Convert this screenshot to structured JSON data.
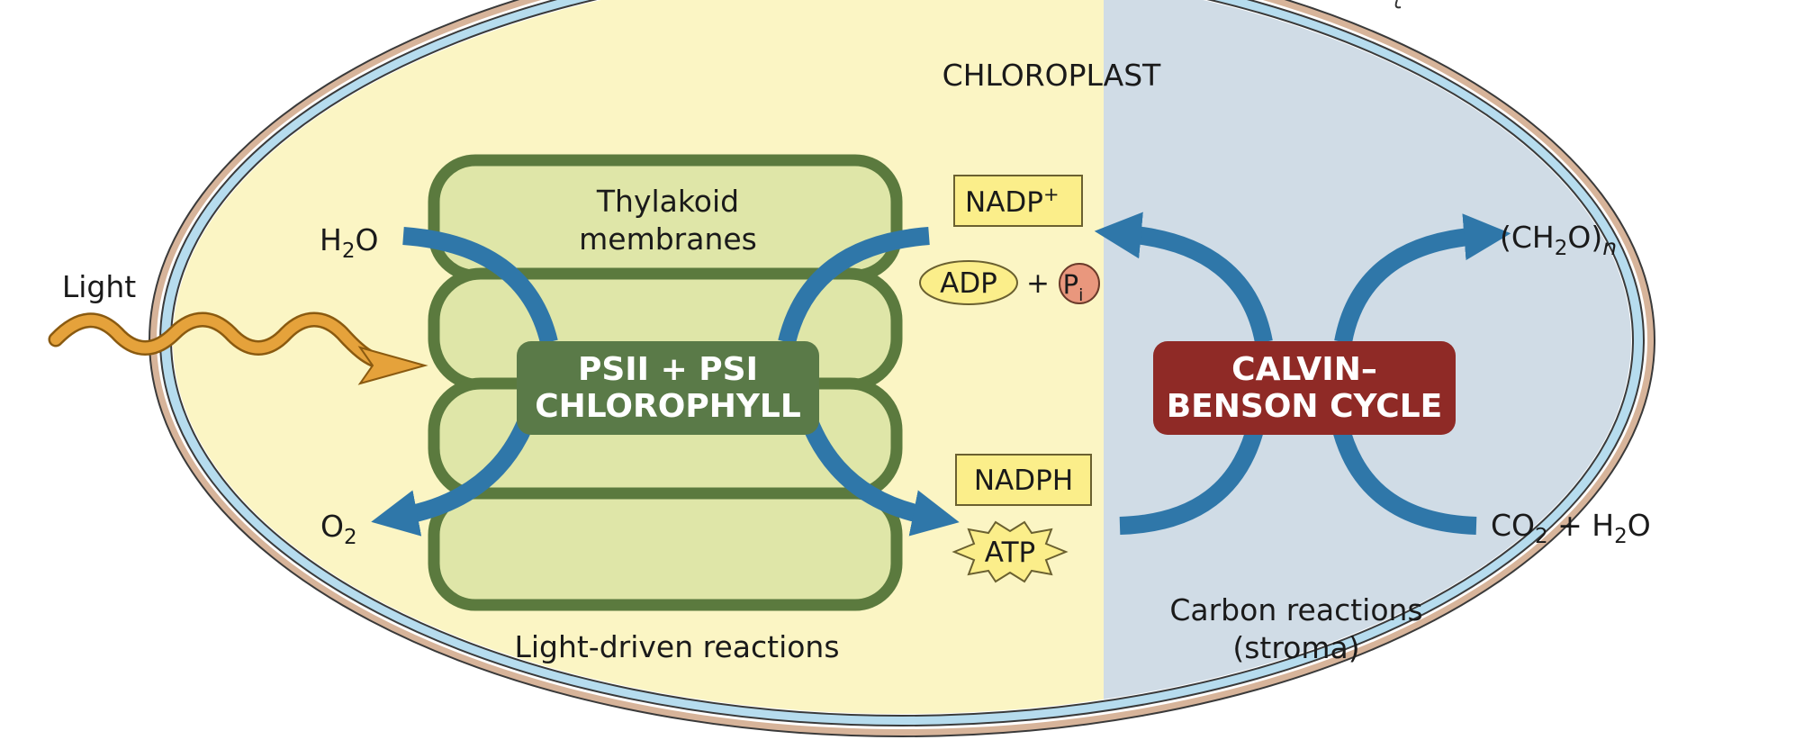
{
  "title": "CHLOROPLAST",
  "thylakoid_label": [
    "Thylakoid",
    "membranes"
  ],
  "photosystem_label": [
    "PSII + PSI",
    "CHLOROPHYLL"
  ],
  "calvin_label": [
    "CALVIN–",
    "BENSON CYCLE"
  ],
  "light_label": "Light",
  "h2o_in": {
    "main": "H",
    "sub": "2",
    "tail": "O"
  },
  "o2_out": {
    "main": "O",
    "sub": "2"
  },
  "nadp_plus": {
    "main": "NADP",
    "sup": "+"
  },
  "adp": "ADP",
  "plus": "+",
  "pi": {
    "main": "P",
    "sub": "i"
  },
  "nadph": "NADPH",
  "atp": "ATP",
  "ch2o_out": {
    "open": "(CH",
    "sub": "2",
    "mid": "O)",
    "n": "n"
  },
  "co2_h2o_in": {
    "a": "CO",
    "asub": "2",
    "plus": " + H",
    "bsub": "2",
    "tail": "O"
  },
  "light_driven_label": "Light-driven reactions",
  "carbon_label": [
    "Carbon reactions",
    "(stroma)"
  ],
  "colors": {
    "light_side": "#fbf5c4",
    "stroma_side": "#d0dce6",
    "thylakoid_fill": "#dfe6a8",
    "thylakoid_stroke": "#5b7a3e",
    "photosystem_box": "#5a7a48",
    "calvin_box": "#8f2a26",
    "arrow_blue": "#2f77a9",
    "light_arrow": "#e5a23b",
    "label_box_yellow": "#fbee8a",
    "pi_circle": "#e9977d",
    "membrane_blue": "#b6dcee",
    "membrane_tan": "#d7b49a"
  }
}
